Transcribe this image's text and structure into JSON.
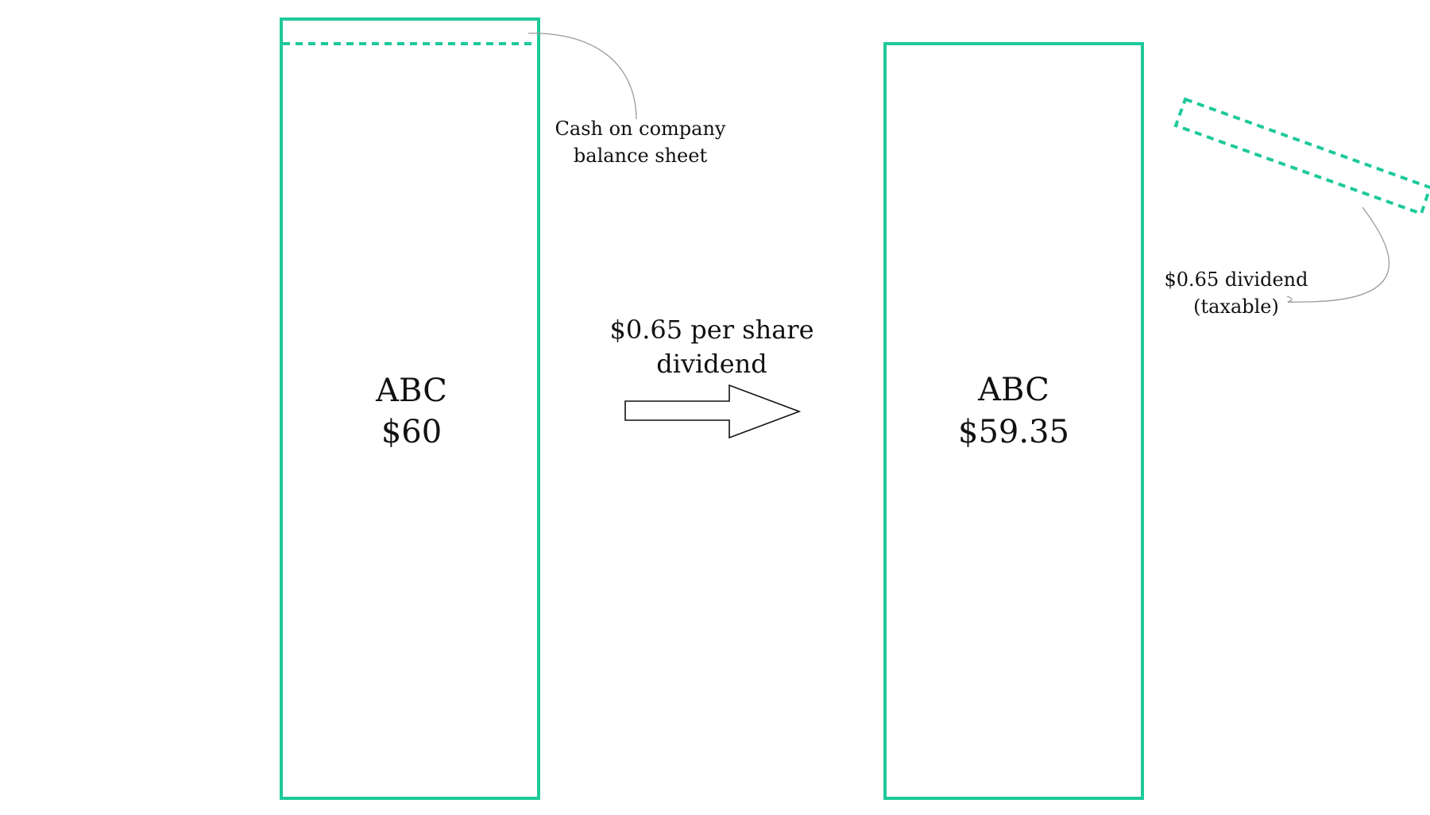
{
  "colors": {
    "accent": "#1ec99a",
    "text": "#111111",
    "leader": "#9a9a9a"
  },
  "before": {
    "ticker": "ABC",
    "price": "$60"
  },
  "after": {
    "ticker": "ABC",
    "price": "$59.35"
  },
  "transition": {
    "line1": "$0.65 per share",
    "line2": "dividend"
  },
  "cash_callout": {
    "line1": "Cash on company",
    "line2": "balance sheet"
  },
  "dividend_callout": {
    "line1": "$0.65 dividend",
    "line2": "(taxable)"
  }
}
